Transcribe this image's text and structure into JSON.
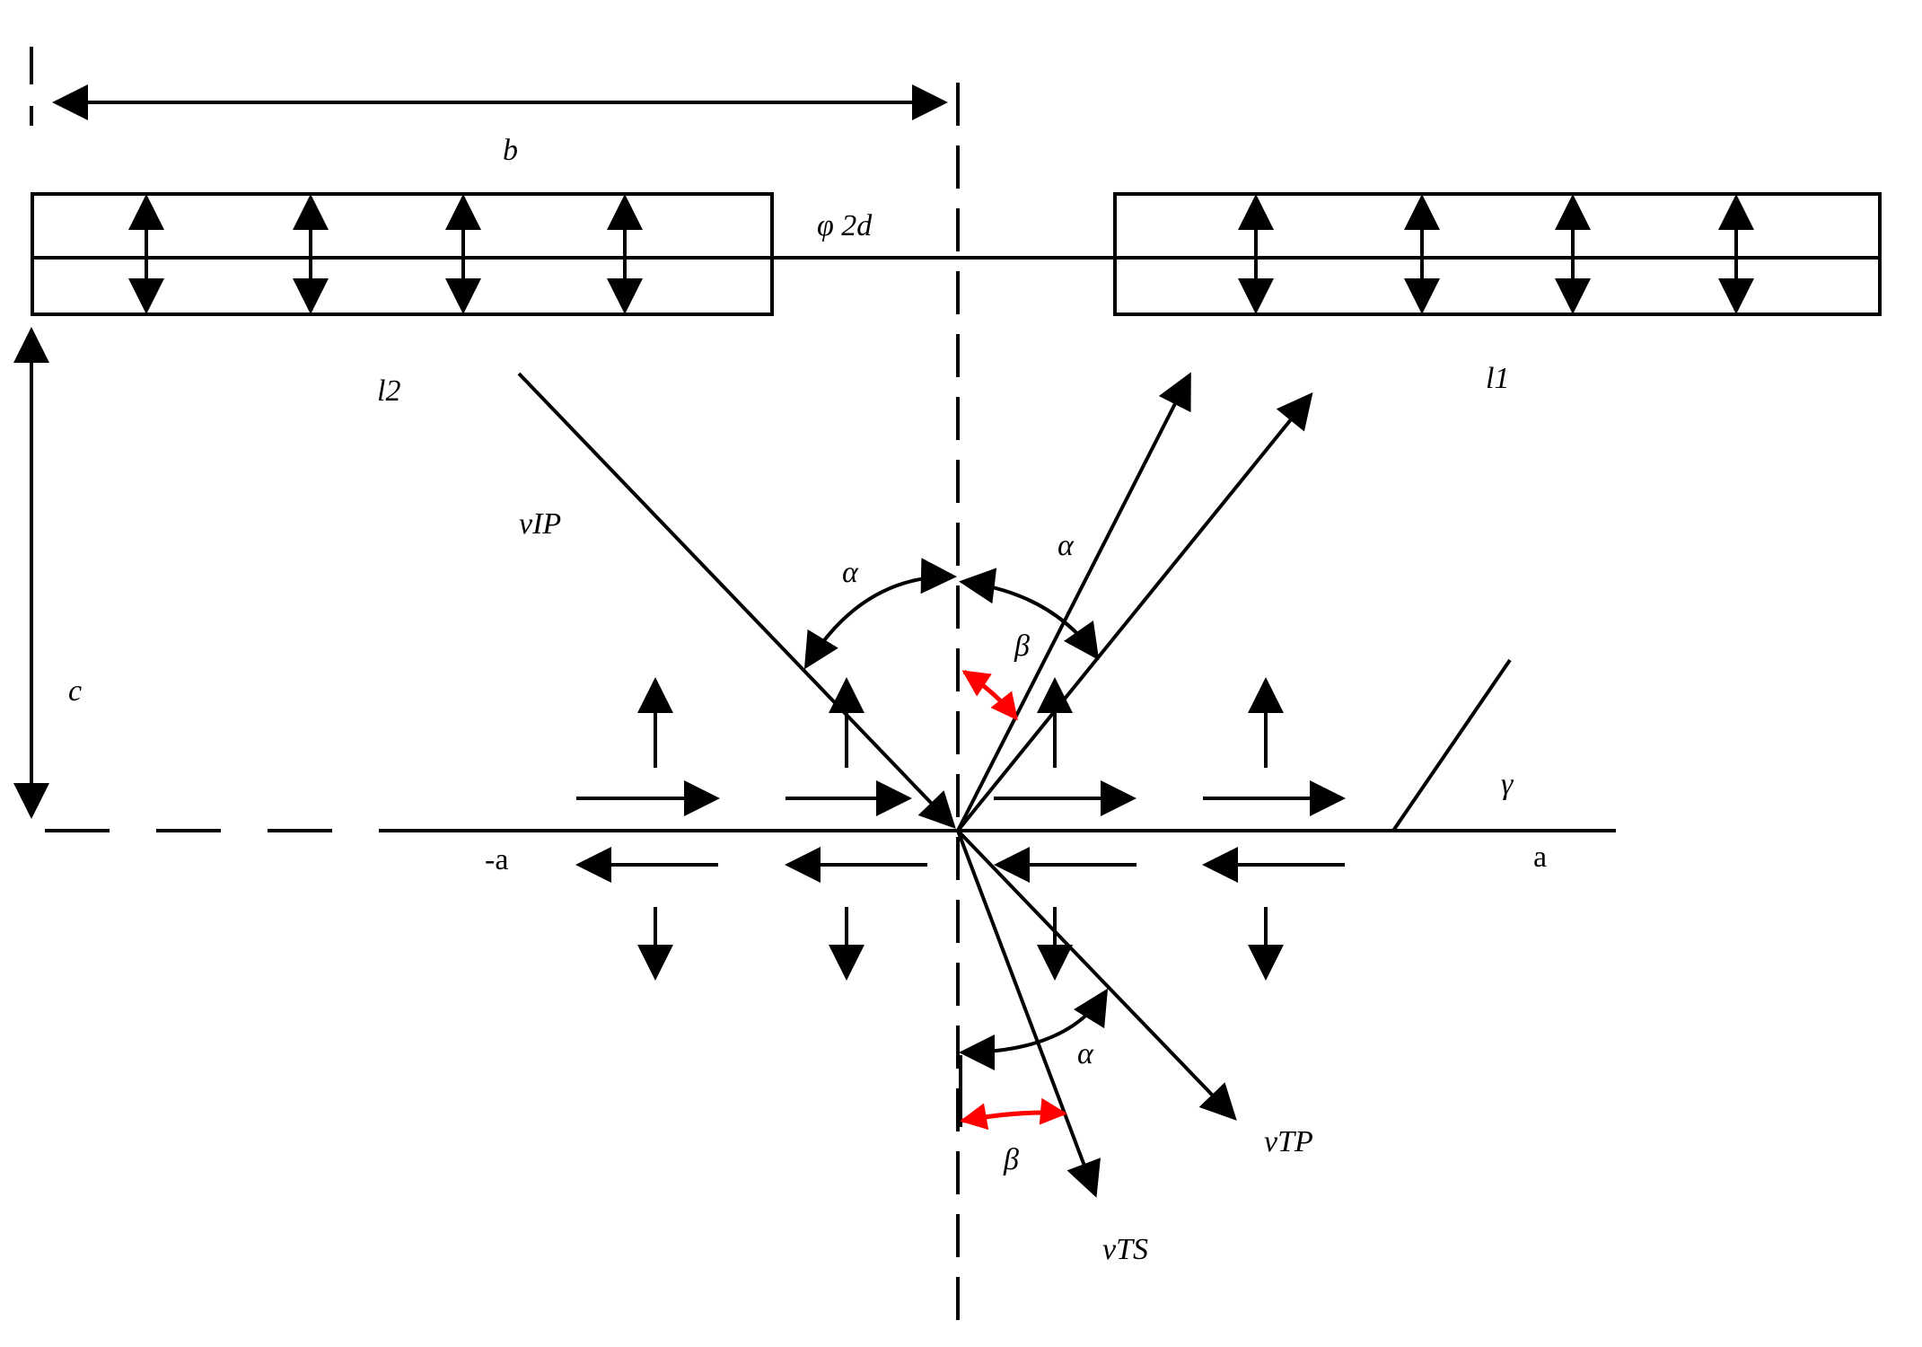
{
  "labels": {
    "b": "b",
    "phi2d": "φ 2d",
    "l2": "l2",
    "l1": "l1",
    "vIP": "vIP",
    "alpha_upper_left": "α",
    "alpha_upper_right": "α",
    "beta_upper": "β",
    "c": "c",
    "gamma": "γ",
    "neg_a": "-a",
    "a": "a",
    "alpha_lower": "α",
    "vTP": "vTP",
    "beta_lower": "β",
    "vTS": "vTS"
  },
  "colors": {
    "line": "#000000",
    "highlight": "#ff0000"
  }
}
